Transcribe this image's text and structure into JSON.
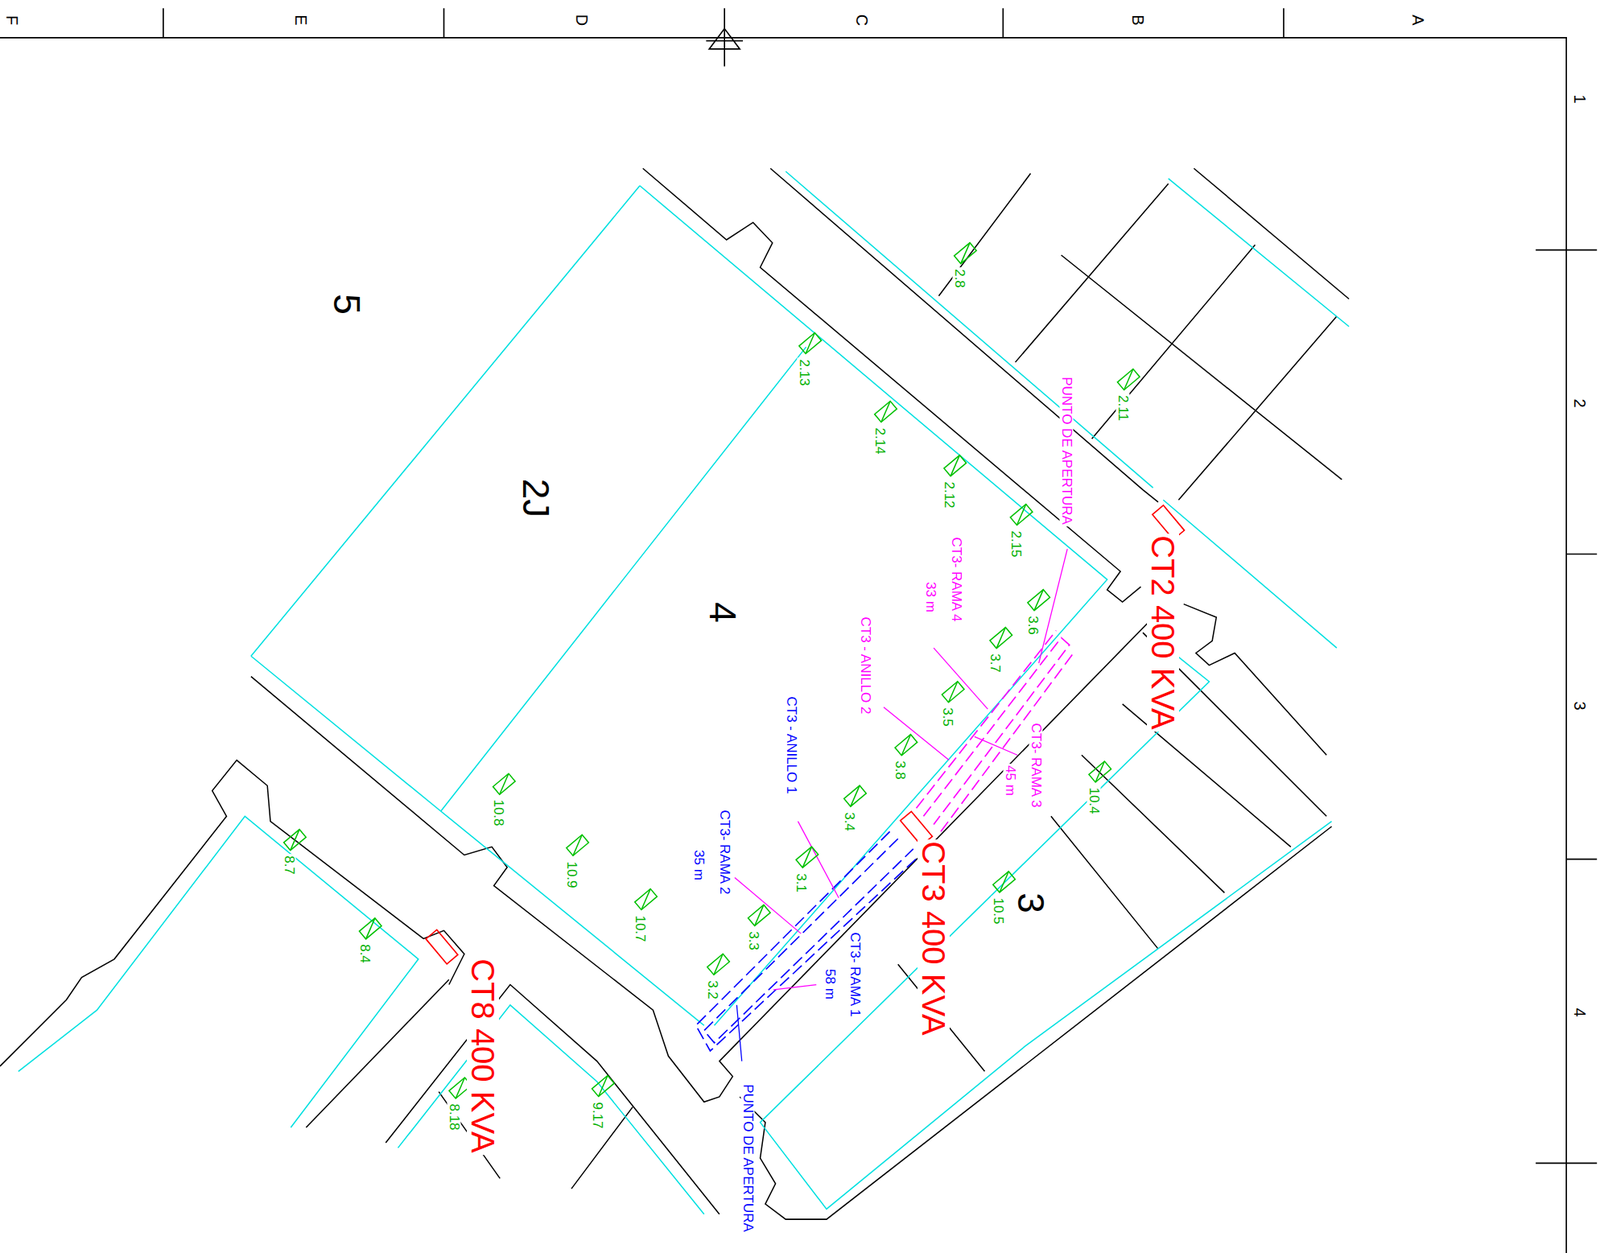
{
  "diagram": {
    "labels": [
      "F",
      "E",
      "D",
      "C",
      "B",
      "A",
      "1",
      "2",
      "3",
      "4",
      "5",
      "2J",
      "4",
      "3",
      "2.8",
      "2.11",
      "2.13",
      "2.14",
      "2.12",
      "2.15",
      "3.6",
      "3.7",
      "3.5",
      "3.8",
      "3.4",
      "3.1",
      "3.3",
      "3.2",
      "10.4",
      "10.5",
      "10.8",
      "10.9",
      "10.7",
      "8.7",
      "8.4",
      "8.18",
      "9.17",
      "PUNTO DE APERTURA",
      "CT3- RAMA 4",
      "33 m",
      "CT3 - ANILLO 2",
      "CT3- RAMA 3",
      "45 m",
      "CT3 - ANILLO 1",
      "CT3- RAMA 2",
      "35 m",
      "CT3- RAMA 1",
      "58 m",
      "PUNTO DE APERTURA",
      "CT2 400 KVA",
      "CT3 400 KVA",
      "CT8 400 KVA"
    ]
  }
}
